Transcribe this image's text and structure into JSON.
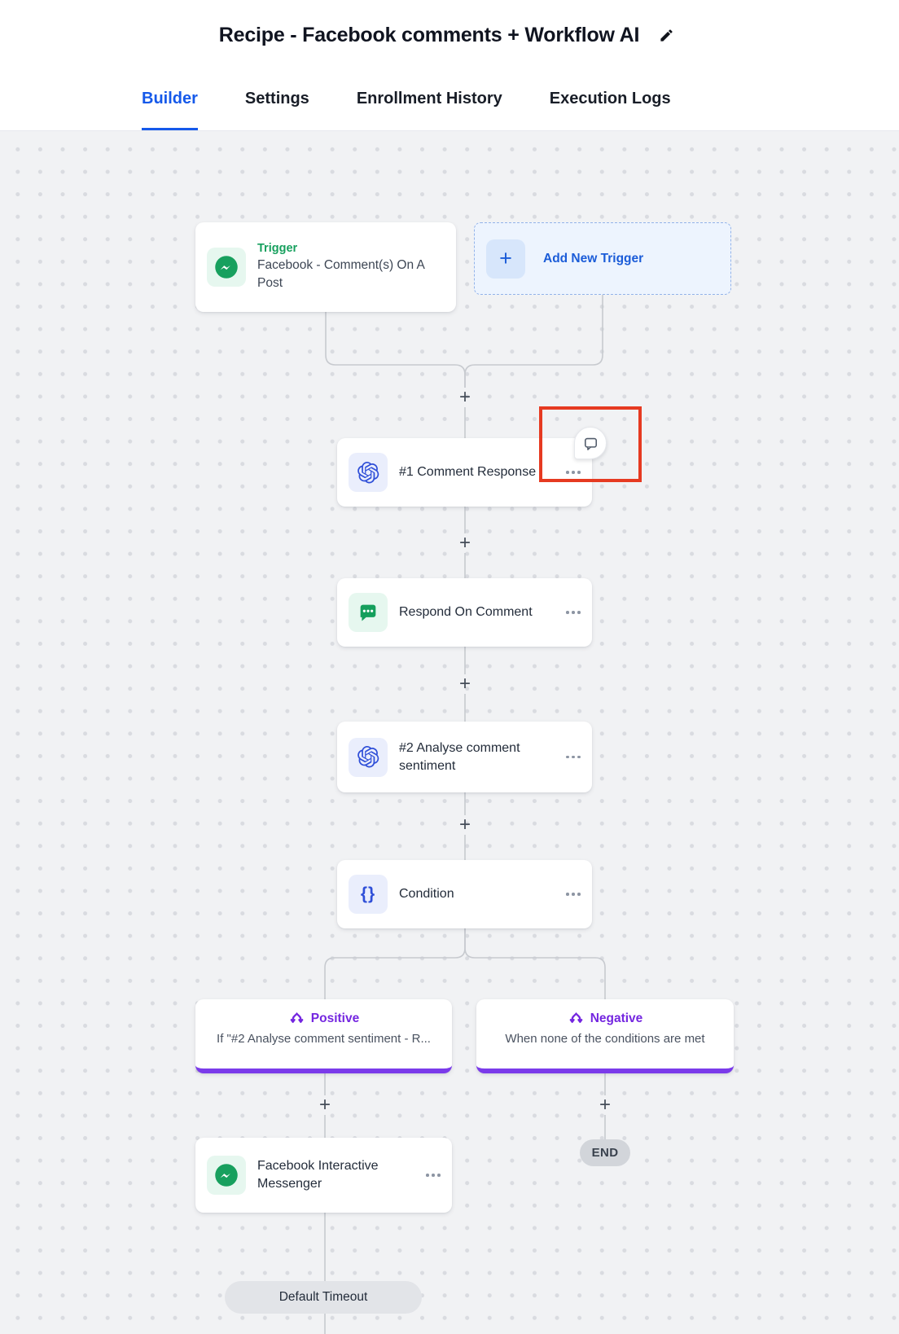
{
  "header": {
    "title": "Recipe - Facebook comments + Workflow AI"
  },
  "tabs": [
    {
      "label": "Builder",
      "active": true
    },
    {
      "label": "Settings",
      "active": false
    },
    {
      "label": "Enrollment History",
      "active": false
    },
    {
      "label": "Execution Logs",
      "active": false
    }
  ],
  "symbols": {
    "plus": "+"
  },
  "canvas": {
    "trigger": {
      "label": "Trigger",
      "title": "Facebook - Comment(s) On A Post"
    },
    "add_trigger": {
      "label": "Add New Trigger"
    },
    "nodes": [
      {
        "title": "#1 Comment Response",
        "icon": "openai-icon"
      },
      {
        "title": "Respond On Comment",
        "icon": "chat-bubble-icon"
      },
      {
        "title": "#2 Analyse comment sentiment",
        "icon": "openai-icon"
      },
      {
        "title": "Condition",
        "icon": "braces-icon",
        "icon_text": "{}"
      }
    ],
    "branches": [
      {
        "label": "Positive",
        "description": "If \"#2 Analyse comment sentiment - R..."
      },
      {
        "label": "Negative",
        "description": "When none of the conditions are met"
      }
    ],
    "fb_node": {
      "title": "Facebook Interactive Messenger",
      "icon": "messenger-icon"
    },
    "end_label": "END",
    "timeout_label": "Default Timeout"
  },
  "colors": {
    "active_tab_blue": "#1559ea",
    "trigger_green": "#17a05e",
    "openai_blue": "#2f4fd8",
    "branch_purple": "#7b3bea",
    "annotation_red": "#e63a21",
    "canvas_bg": "#f1f2f4",
    "connector_gray": "#c7cacf"
  }
}
